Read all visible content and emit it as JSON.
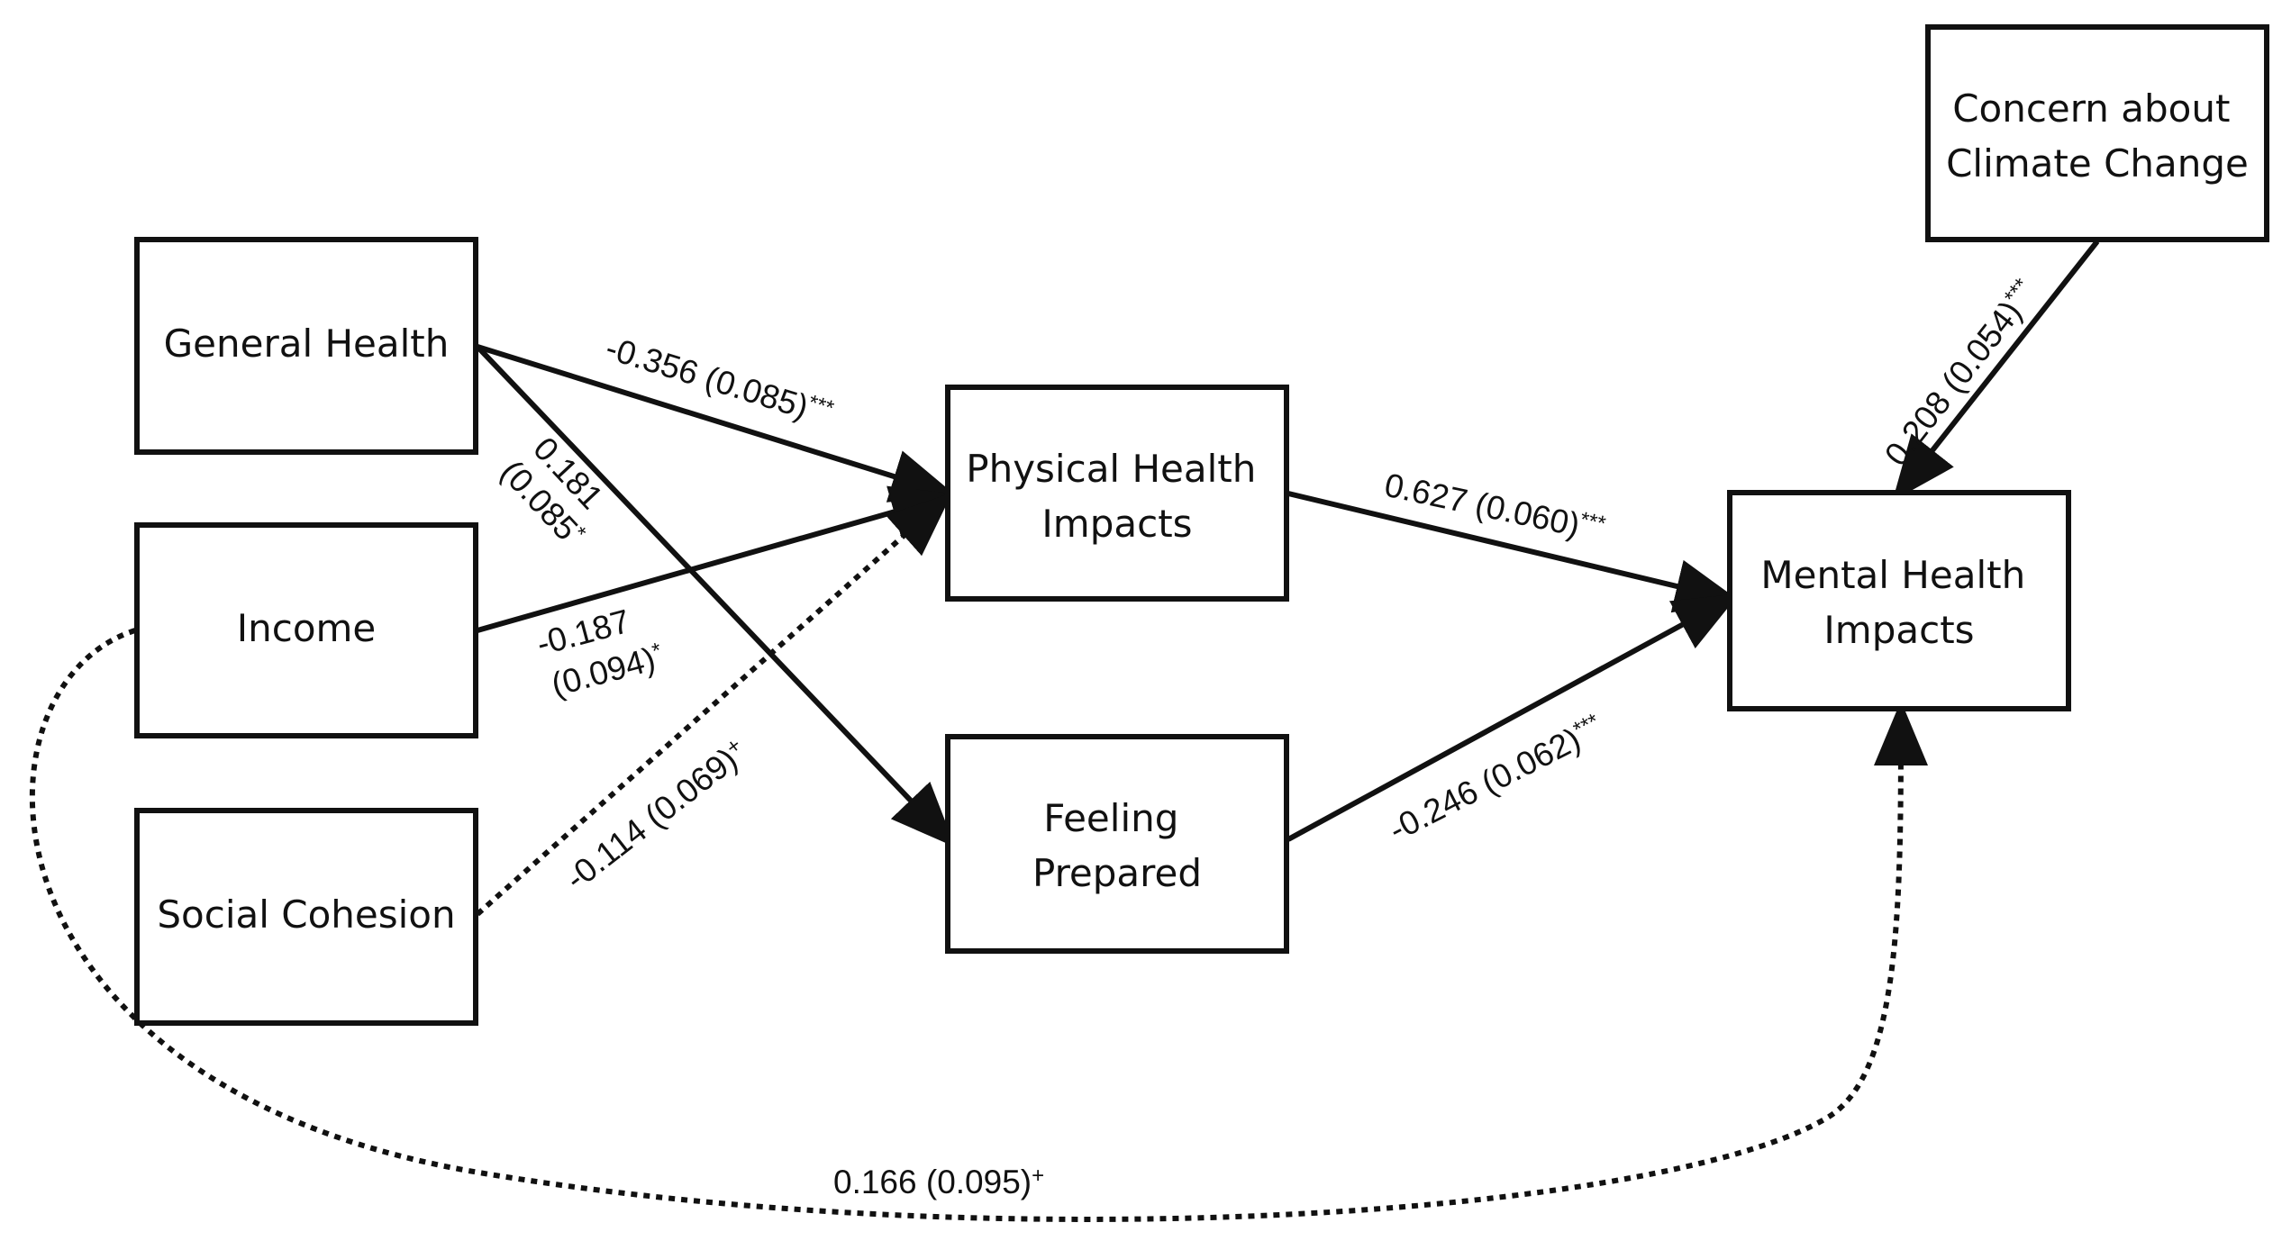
{
  "diagram": {
    "nodes": {
      "general_health": {
        "label_lines": [
          "General Health"
        ]
      },
      "income": {
        "label_lines": [
          "Income"
        ]
      },
      "social_cohesion": {
        "label_lines": [
          "Social Cohesion"
        ]
      },
      "physical_health": {
        "label_lines": [
          "Physical Health",
          "Impacts"
        ]
      },
      "feeling_prepared": {
        "label_lines": [
          "Feeling",
          "Prepared"
        ]
      },
      "mental_health": {
        "label_lines": [
          "Mental Health",
          "Impacts"
        ]
      },
      "climate_concern": {
        "label_lines": [
          "Concern about",
          "Climate Change"
        ]
      }
    },
    "edges": {
      "gh_to_phys": {
        "from": "General Health",
        "to": "Physical Health Impacts",
        "style": "solid",
        "estimate": "-0.356 (0.085)",
        "sig": "***"
      },
      "gh_to_prep": {
        "from": "General Health",
        "to": "Feeling Prepared",
        "style": "solid",
        "estimate_lines": [
          "0.181",
          "(0.085"
        ],
        "sig": "*"
      },
      "inc_to_phys": {
        "from": "Income",
        "to": "Physical Health Impacts",
        "style": "solid",
        "estimate_lines": [
          "-0.187",
          "(0.094)"
        ],
        "sig": "*"
      },
      "soc_to_phys": {
        "from": "Social Cohesion",
        "to": "Physical Health Impacts",
        "style": "dotted",
        "estimate": "-0.114 (0.069)",
        "sig": "+"
      },
      "phys_to_mental": {
        "from": "Physical Health Impacts",
        "to": "Mental Health Impacts",
        "style": "solid",
        "estimate": "0.627 (0.060)",
        "sig": "***"
      },
      "prep_to_mental": {
        "from": "Feeling Prepared",
        "to": "Mental Health Impacts",
        "style": "solid",
        "estimate": "-0.246 (0.062)",
        "sig": "***"
      },
      "climate_to_mental": {
        "from": "Concern about Climate Change",
        "to": "Mental Health Impacts",
        "style": "solid",
        "estimate": "0.208 (0.054)",
        "sig": "***"
      },
      "inc_to_mental": {
        "from": "Income",
        "to": "Mental Health Impacts",
        "style": "dotted",
        "estimate": "0.166 (0.095)",
        "sig": "+"
      }
    }
  }
}
